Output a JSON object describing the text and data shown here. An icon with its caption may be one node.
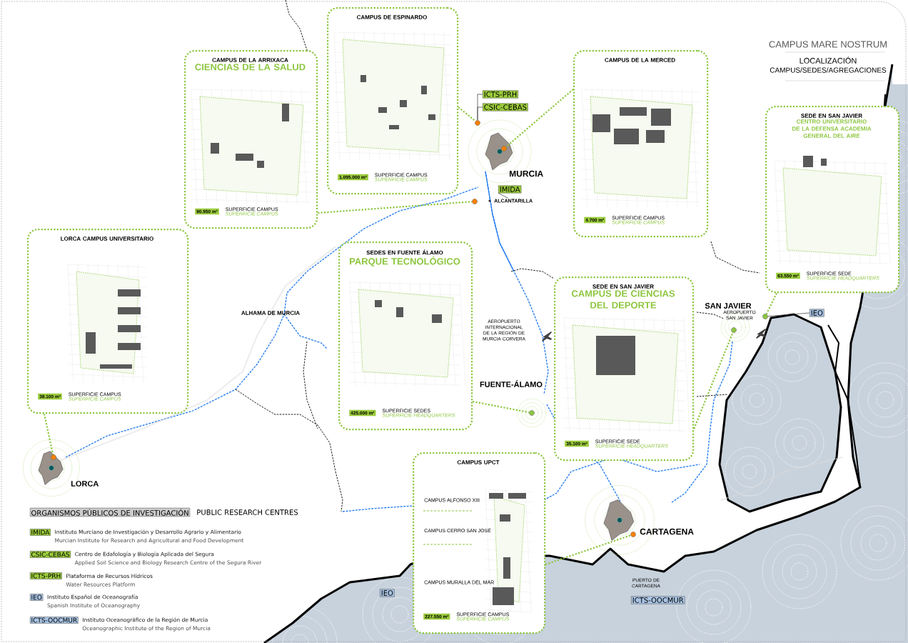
{
  "diagram": {
    "title": "LOCALIZACIÓN",
    "nodes": [
      {
        "text": [
          "CAMPUS DE ESPINARDO",
          "1.095.000 m²",
          "SUPERFICIE CAMPUS",
          "SUPERFICIE CAMPUS"
        ]
      },
      {
        "text": [
          "CAMPUS DE LA ARRIXACA",
          "CIENCIAS DE LA SALUD",
          "90.950 m²",
          "SUPERFICIE CAMPUS",
          "SUPERFICIE CAMPUS"
        ]
      },
      {
        "text": [
          "CAMPUS DE LA MERCED",
          "4.700 m²",
          "SUPERFICIE CAMPUS",
          "SUPERFICIE CAMPUS"
        ]
      },
      {
        "text": [
          "SEDE EN SAN JAVIER",
          "CENTRO UNIVERSITARIO DE LA DEFENSA ACADEMIA GENERAL DEL AIRE",
          "63.550 m²",
          "SUPERFICIE SEDE",
          "SUPERFICIE HEADQUARTERS"
        ]
      },
      {
        "text": [
          "LORCA CAMPUS UNIVERSITARIO",
          "38.100 m²",
          "SUPERFICIE CAMPUS",
          "SUPERFICIE CAMPUS"
        ]
      },
      {
        "text": [
          "SEDES EN FUENTE ÁLAMO",
          "PARQUE TECNOLÓGICO",
          "425.000 m²",
          "SUPERFICIE SEDES",
          "SUPERFICIE HEADQUARTERS"
        ]
      },
      {
        "text": [
          "SEDE EN SAN JAVIER",
          "CAMPUS DE CIENCIAS DEL DEPORTE",
          "35.100 m²",
          "SUPERFICIE SEDE",
          "SUPERFICIE HEADQUARTERS"
        ]
      },
      {
        "text": [
          "CAMPUS UPCT",
          "CAMPUS ALFONSO XIII",
          "CAMPUS CERRO SAN JOSÉ",
          "CAMPUS MURALLA DEL MAR",
          "227.550 m²",
          "SUPERFICIE CAMPUS",
          "SUPERFICIE CAMPUS"
        ]
      },
      {
        "text": [
          "MURCIA"
        ]
      },
      {
        "text": [
          "ALCANTARILLA"
        ]
      },
      {
        "text": [
          "ALHAMA DE MURCIA"
        ]
      },
      {
        "text": [
          "FUENTE-ÁLAMO"
        ]
      },
      {
        "text": [
          "SAN JAVIER"
        ]
      },
      {
        "text": [
          "LORCA"
        ]
      },
      {
        "text": [
          "CARTAGENA"
        ]
      },
      {
        "text": [
          "ICTS-PRH"
        ]
      },
      {
        "text": [
          "CSIC-CEBAS"
        ]
      },
      {
        "text": [
          "IMIDA"
        ]
      },
      {
        "text": [
          "IEO"
        ]
      },
      {
        "text": [
          "IEO"
        ]
      },
      {
        "text": [
          "ICTS-OOCMUR"
        ]
      },
      {
        "text": [],
        "shape": "circle"
      },
      {
        "text": [],
        "shape": "circle"
      },
      {
        "text": [],
        "shape": "circle"
      },
      {
        "text": [],
        "shape": "circle"
      },
      {
        "text": [],
        "shape": "circle"
      },
      {
        "text": [],
        "shape": "circle"
      },
      {
        "text": [],
        "shape": "circle"
      },
      {
        "text": [],
        "shape": "circle"
      },
      {
        "text": [
          "ORGANISMOS PÚBLICOS DE INVESTIGACIÓN"
        ],
        "beside": [
          "PUBLIC RESEARCH CENTRES"
        ]
      },
      {
        "text": [
          "IMIDA"
        ],
        "beside": [
          "Instituto Murciano de Investigación y Desarrollo Agrario y Alimentario",
          "Murcian Institute for Research and Agricultural and Food Development"
        ]
      },
      {
        "text": [
          "CSIC-CEBAS"
        ],
        "beside": [
          "Centro de Edafología y Biología Aplicada del Segura",
          "Applied Soil Science and Biology Research Centre of the Segura River"
        ]
      },
      {
        "text": [
          "ICTS-PRH"
        ],
        "beside": [
          "Plataforma de Recursos Hídricos",
          "Water Resources Platform"
        ]
      },
      {
        "text": [
          "IEO"
        ],
        "beside": [
          "Instituto Español de Oceanografía",
          "Spanish Institute of Oceanography"
        ]
      },
      {
        "text": [
          "ICTS-OOCMUR"
        ],
        "beside": [
          "Instituto Oceanográfico de la Región de Murcia",
          "Oceanographic Institute of the Region of Murcia"
        ]
      }
    ],
    "edges": [
      {
        "from": 0,
        "to": 21,
        "arrow": "none",
        "style": "dashed"
      },
      {
        "from": 1,
        "to": 23,
        "arrow": "none",
        "style": "dashed"
      },
      {
        "from": 2,
        "to": 22,
        "arrow": "none",
        "style": "dashed"
      },
      {
        "from": 3,
        "to": 24,
        "arrow": "none",
        "style": "dashed"
      },
      {
        "from": 4,
        "to": 27,
        "arrow": "none",
        "style": "dashed"
      },
      {
        "from": 5,
        "to": 26,
        "arrow": "none",
        "style": "dashed"
      },
      {
        "from": 6,
        "to": 25,
        "arrow": "none",
        "style": "dashed"
      },
      {
        "from": 7,
        "to": 28,
        "arrow": "none",
        "style": "dashed"
      },
      {
        "from": 15,
        "to": 21,
        "arrow": "none",
        "color": "#333333"
      },
      {
        "from": 16,
        "to": 21,
        "arrow": "none",
        "color": "#333333"
      },
      {
        "from": 17,
        "to": 9,
        "arrow": "none",
        "color": "#333333"
      },
      {
        "from": 18,
        "to": 24,
        "arrow": "none",
        "color": "#333333"
      }
    ],
    "labels": [
      "CAMPUS MARE NOSTRUM",
      "CAMPUS/SEDES/AGREGACIONES",
      "AEROPUERTO INTERNACIONAL DE LA REGIÓN DE MURCIA CORVERA",
      "AEROPUERTO SAN JAVIER",
      "PUERTO DE CARTAGENA"
    ]
  }
}
